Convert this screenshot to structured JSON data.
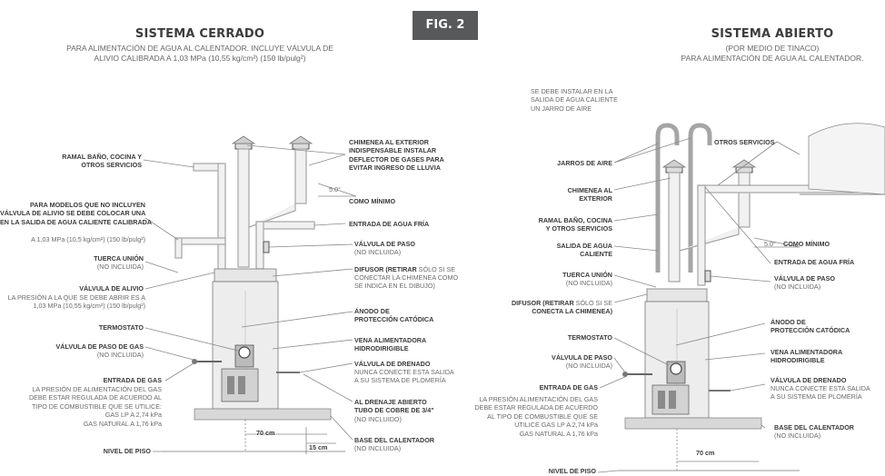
{
  "fig_label": "FIG. 2",
  "left": {
    "title": "SISTEMA CERRADO",
    "subtitle_1": "PARA ALIMENTACIÓN DE AGUA AL CALENTADOR. INCLUYE VÁLVULA DE",
    "subtitle_2": "ALIVIO CALIBRADA A 1,03 MPa (10,55 kg/cm²) (150 lb/pulg²)",
    "labels": {
      "ramal": "RAMAL BAÑO, COCINA Y\nOTROS SERVICIOS",
      "modelos": "PARA MODELOS QUE NO INCLUYEN\nVÁLVULA DE ALIVIO SE DEBE COLOCAR UNA\nEN LA SALIDA DE AGUA CALIENTE CALIBRADA",
      "modelos_detail": "A 1,03 MPa (10,5 kg/cm²) (150 lb/pulg²)",
      "tuerca": "TUERCA UNIÓN",
      "tuerca_note": "(NO INCLUIDA)",
      "alivio": "VÁLVULA DE ALIVIO",
      "alivio_note": "LA PRESIÓN A LA QUE SE DEBE ABRIR ES A\n1,03 MPa (10,55 kg/cm²) (150 lb/pulg²)",
      "termostato": "TERMOSTATO",
      "paso_gas": "VÁLVULA DE PASO DE GAS",
      "paso_gas_note": "(NO INCLUIDA)",
      "entrada_gas": "ENTRADA DE GAS",
      "entrada_gas_note": "LA PRESIÓN DE ALIMENTACIÓN DEL GAS\nDEBE ESTAR REGULADA DE ACUERDO AL\nTIPO DE COMBUSTIBLE QUE SE UTILICE:\nGAS LP A 2,74 kPa\nGAS NATURAL A 1,76 kPa",
      "nivel_piso": "NIVEL DE PISO",
      "chimenea": "CHIMENEA AL EXTERIOR\nINDISPENSABLE INSTALAR\nDEFLECTOR DE GASES PARA\nEVITAR INGRESO DE LLUVIA",
      "angle": "5.0°",
      "como_minimo": "COMO MÍNIMO",
      "agua_fria": "ENTRADA DE AGUA FRÍA",
      "valvula_paso": "VÁLVULA DE PASO",
      "valvula_paso_note": "(NO INCLUIDA)",
      "difusor_bold": "DIFUSOR (RETIRAR",
      "difusor_rest": " SÓLO SI SE",
      "difusor_note": "CONECTAR LA CHIMENEA COMO\nSE INDICA EN EL DIBUJO)",
      "anodo": "ÁNODO DE\nPROTECCIÓN CATÓDICA",
      "vena": "VENA ALIMENTADORA\nHIDRODIRIGIBLE",
      "drenado": "VÁLVULA DE DRENADO",
      "drenado_note": "NUNCA CONECTE ESTA SALIDA\nA SU SISTEMA DE PLOMERÍA",
      "drenaje": "AL DRENAJE ABIERTO\nTUBO DE COBRE DE 3/4\"",
      "drenaje_note": "(NO INCLUIDO)",
      "base": "BASE DEL CALENTADOR",
      "base_note": "(NO INCLUIDA)",
      "dim_70": "70 cm",
      "dim_15": "15 cm"
    }
  },
  "right": {
    "title": "SISTEMA ABIERTO",
    "subtitle_1": "(POR MEDIO DE TINACO)",
    "subtitle_2": "PARA ALIMENTACIÓN DE AGUA AL CALENTADOR.",
    "labels": {
      "jarro_note": "SE DEBE INSTALAR EN LA\nSALIDA DE AGUA CALIENTE\nUN JARRO DE AIRE",
      "jarros": "JARROS DE AIRE",
      "chimenea": "CHIMENEA AL\nEXTERIOR",
      "ramal": "RAMAL BAÑO, COCINA\nY OTROS SERVICIOS",
      "salida": "SALIDA DE AGUA\nCALIENTE",
      "tuerca": "TUERCA UNIÓN",
      "tuerca_note": "(NO INCLUIDA)",
      "difusor_bold": "DIFUSOR (RETIRAR",
      "difusor_rest": " SÓLO SI SE",
      "difusor_note": "CONECTA LA CHIMENEA)",
      "termostato": "TERMOSTATO",
      "valvula_paso": "VÁLVULA DE PASO",
      "valvula_paso_note": "(NO INCLUIDA)",
      "entrada_gas": "ENTRADA DE GAS",
      "entrada_gas_note": "LA PRESIÓN ALIMENTACIÓN DEL GAS\nDEBE ESTAR REGULADA DE ACUERDO\nAL TIPO DE COMBUSTIBLE QUE SE\nUTILICE GAS LP A 2,74 kPa\nGAS NATURAL A 1,76 kPa",
      "nivel_piso": "NIVEL DE PISO",
      "otros": "OTROS SERVICIOS",
      "angle": "5.0°",
      "como_minimo": "COMO MÍNIMO",
      "agua_fria": "ENTRADA DE AGUA FRÍA",
      "valvula_paso_r": "VÁLVULA DE PASO",
      "valvula_paso_r_note": "(NO INCLUIDA)",
      "anodo": "ÁNODO DE\nPROTECCIÓN CATÓDICA",
      "vena": "VENA ALIMENTADORA\nHIDRODIRIGIBLE",
      "drenado": "VÁLVULA DE DRENADO",
      "drenado_note": "NUNCA CONECTE ESTA SALIDA\nA SU SISTEMA DE PLOMERÍA",
      "base": "BASE DEL CALENTADOR",
      "base_note": "(NO INCLUIDA)",
      "dim_70": "70 cm"
    }
  }
}
